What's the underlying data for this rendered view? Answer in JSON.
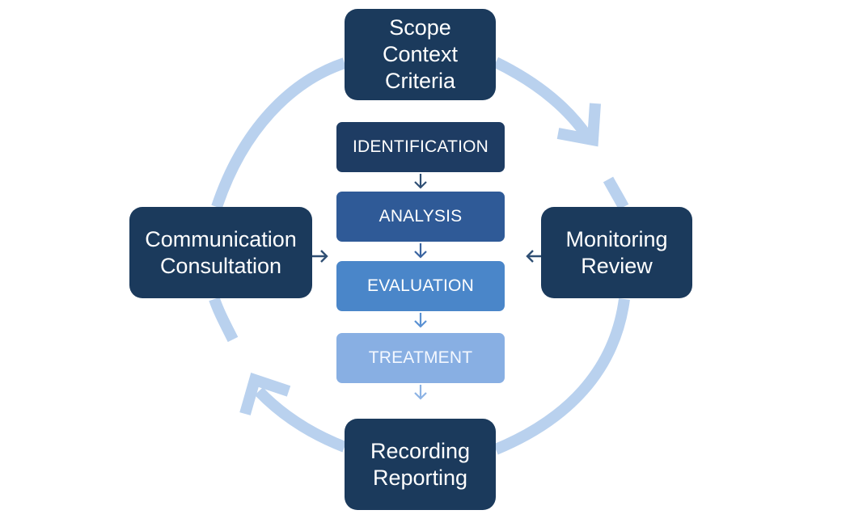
{
  "colors": {
    "node_fill": "#1b3a5c",
    "cycle_stroke": "#b9d1ee",
    "connector_stroke": "#2f4f74",
    "step_fills": [
      "#1e3c63",
      "#2f5a97",
      "#4a86c9",
      "#88afe3"
    ],
    "step_text": [
      "#ffffff",
      "#ffffff",
      "#ffffff",
      "#f4f8ff"
    ],
    "down_arrow_colors": [
      "#2f4f74",
      "#3a64a0",
      "#5a91d2",
      "#8db3e4"
    ]
  },
  "cycle": {
    "direction": "clockwise",
    "nodes": [
      {
        "id": "scope",
        "lines": [
          "Scope",
          "Context",
          "Criteria"
        ]
      },
      {
        "id": "monitoring",
        "lines": [
          "Monitoring",
          "Review"
        ]
      },
      {
        "id": "recording",
        "lines": [
          "Recording",
          "Reporting"
        ]
      },
      {
        "id": "communication",
        "lines": [
          "Communication",
          "Consultation"
        ]
      }
    ]
  },
  "process": {
    "steps": [
      "IDENTIFICATION",
      "ANALYSIS",
      "EVALUATION",
      "TREATMENT"
    ]
  }
}
